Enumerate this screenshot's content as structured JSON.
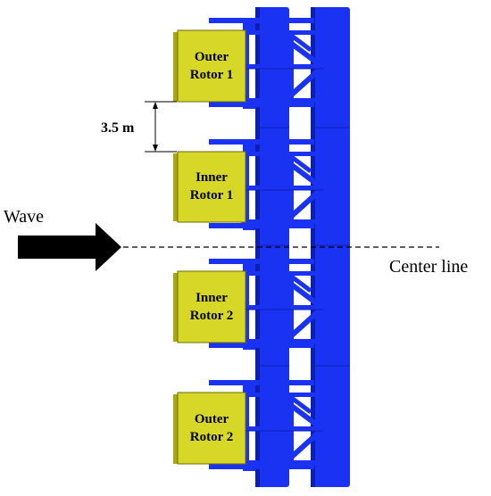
{
  "colors": {
    "structure": "#1a33f2",
    "structure_dark": "#0d1fb0",
    "rotor_fill": "#d7d727",
    "rotor_shade": "#a8a812",
    "arrow": "#000000",
    "line": "#000000"
  },
  "labels": {
    "wave": "Wave",
    "center_line": "Center line",
    "spacing": "3.5 m"
  },
  "rotors": [
    {
      "line1": "Outer",
      "line2": "Rotor 1"
    },
    {
      "line1": "Inner",
      "line2": "Rotor 1"
    },
    {
      "line1": "Inner",
      "line2": "Rotor 2"
    },
    {
      "line1": "Outer",
      "line2": "Rotor 2"
    }
  ]
}
